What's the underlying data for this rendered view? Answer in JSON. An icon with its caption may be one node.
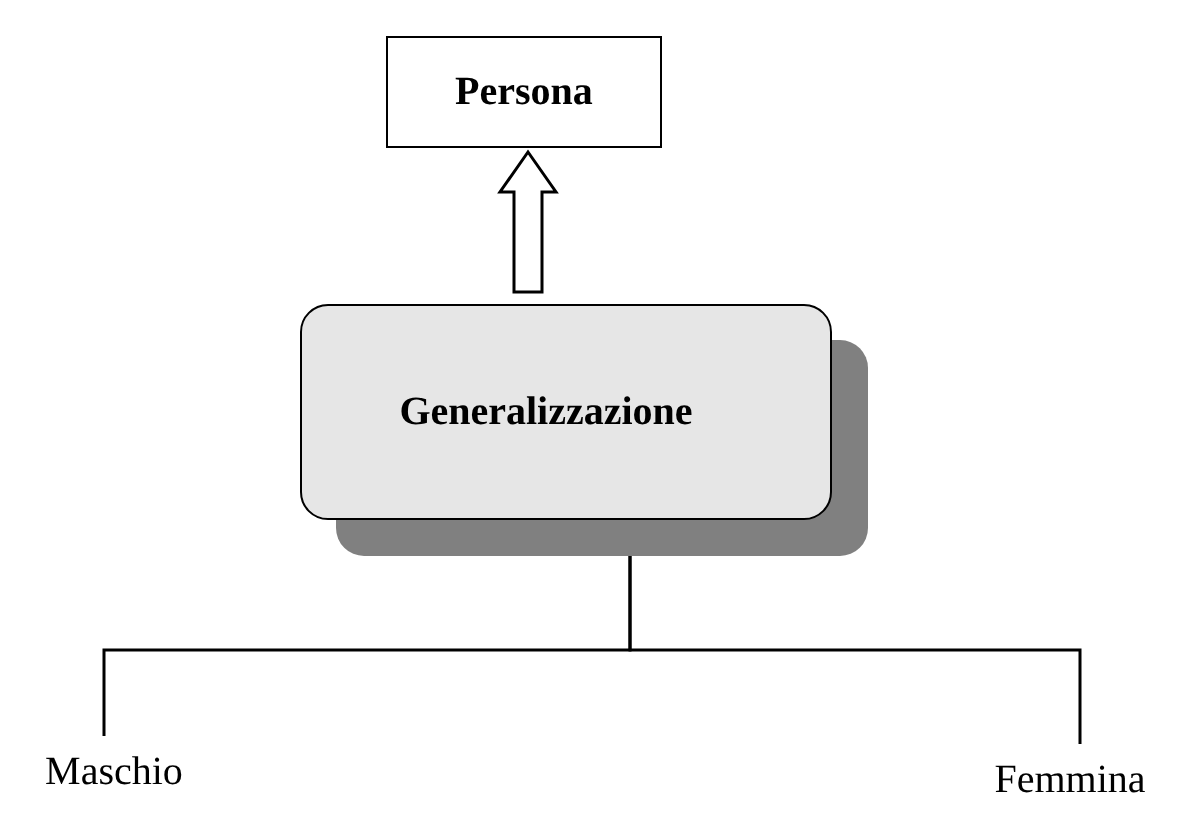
{
  "diagram": {
    "nodes": [
      {
        "text": [
          "Persona"
        ]
      },
      {
        "text": [
          "Generalizzazione"
        ]
      },
      {
        "text": [
          "Maschio"
        ]
      },
      {
        "text": [
          "Femmina"
        ]
      }
    ],
    "edges": [
      {
        "from": 1,
        "to": 0,
        "arrow": "to"
      },
      {
        "from": 1,
        "to": 2,
        "arrow": "none"
      },
      {
        "from": 1,
        "to": 3,
        "arrow": "none"
      }
    ]
  }
}
